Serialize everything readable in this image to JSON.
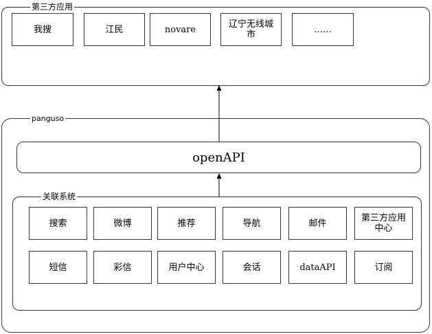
{
  "third_party": {
    "title": "第三方应用",
    "apps": [
      "我搜",
      "江民",
      "novare",
      "辽宁无线城市",
      "……"
    ]
  },
  "panguso": {
    "title": "panguso",
    "openapi": "openAPI",
    "related": {
      "title": "关联系统",
      "row1": [
        "搜索",
        "微博",
        "推荐",
        "导航",
        "邮件",
        "第三方应用中心"
      ],
      "row2": [
        "短信",
        "彩信",
        "用户中心",
        "会话",
        "dataAPI",
        "订阅"
      ]
    }
  }
}
